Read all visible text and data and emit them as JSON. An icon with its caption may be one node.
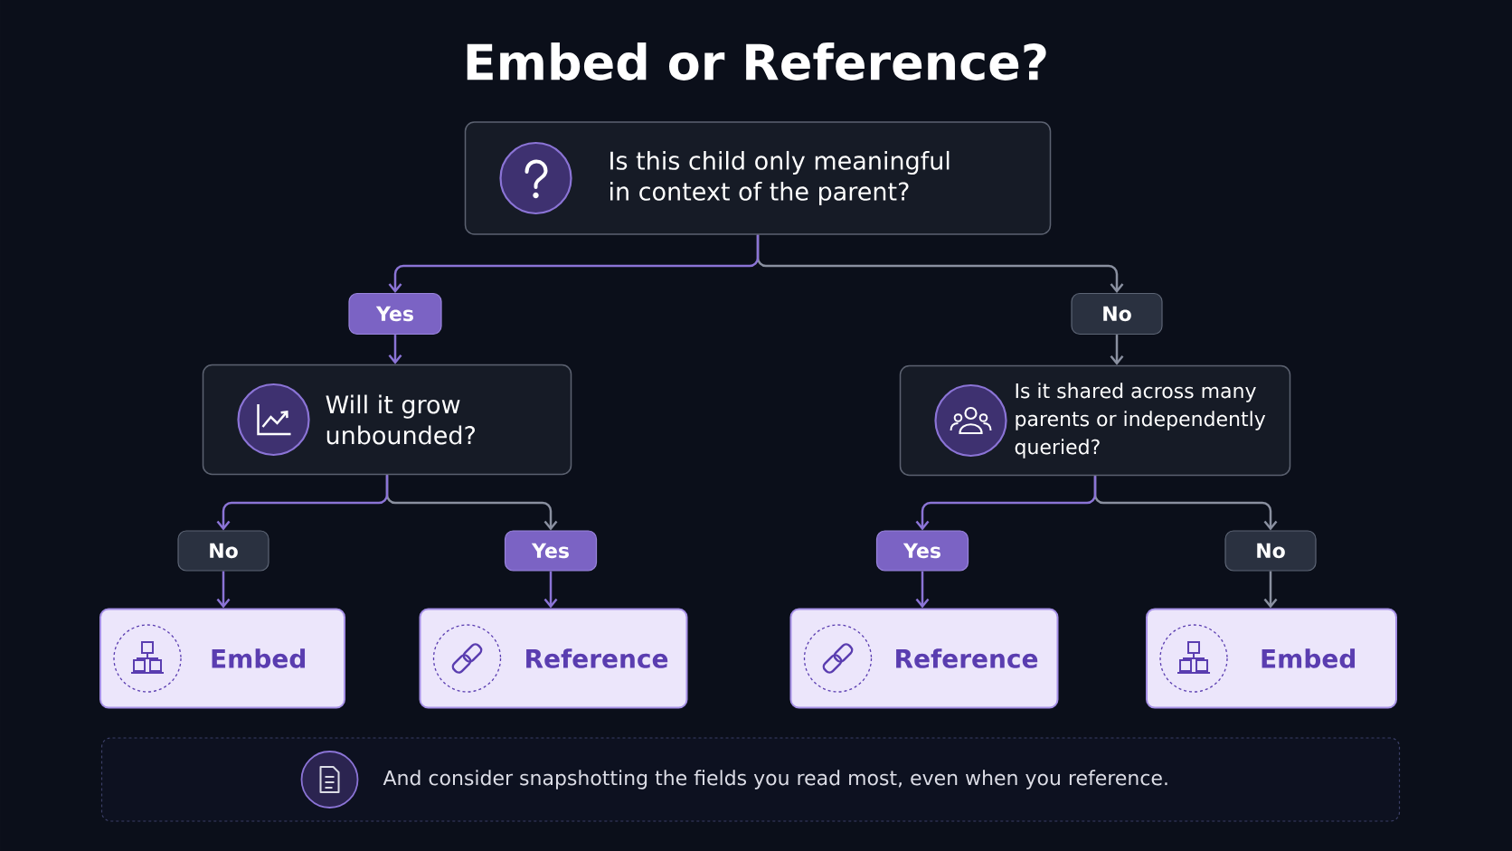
{
  "diagram": {
    "title": "Embed or Reference?",
    "nodes": [
      {
        "text": [
          "Is this child only meaningful in context of the parent?"
        ]
      },
      {
        "text": [
          "Yes"
        ]
      },
      {
        "text": [
          "No"
        ]
      },
      {
        "text": [
          "Will it grow unbounded?"
        ]
      },
      {
        "text": [
          "Is it shared across many parents or independently queried?"
        ]
      },
      {
        "text": [
          "No"
        ]
      },
      {
        "text": [
          "Yes"
        ]
      },
      {
        "text": [
          "Yes"
        ]
      },
      {
        "text": [
          "No"
        ]
      },
      {
        "text": [
          "Embed"
        ]
      },
      {
        "text": [
          "Reference"
        ]
      },
      {
        "text": [
          "Reference"
        ]
      },
      {
        "text": [
          "Embed"
        ]
      },
      {
        "text": [
          "And consider snapshotting the fields you read most, even when you reference."
        ]
      }
    ],
    "edges": [
      {
        "from": 0,
        "to": 1,
        "arrow": "to"
      },
      {
        "from": 0,
        "to": 2,
        "arrow": "to",
        "color": "#8a90a0"
      },
      {
        "from": 1,
        "to": 3,
        "arrow": "to"
      },
      {
        "from": 2,
        "to": 4,
        "arrow": "to",
        "color": "#8a90a0"
      },
      {
        "from": 3,
        "to": 5,
        "arrow": "to"
      },
      {
        "from": 3,
        "to": 6,
        "arrow": "to",
        "color": "#8a90a0"
      },
      {
        "from": 4,
        "to": 7,
        "arrow": "to"
      },
      {
        "from": 4,
        "to": 8,
        "arrow": "to",
        "color": "#8a90a0"
      },
      {
        "from": 5,
        "to": 9,
        "arrow": "to"
      },
      {
        "from": 6,
        "to": 10,
        "arrow": "to"
      },
      {
        "from": 7,
        "to": 11,
        "arrow": "to"
      },
      {
        "from": 8,
        "to": 12,
        "arrow": "to",
        "color": "#8a90a0"
      }
    ]
  }
}
